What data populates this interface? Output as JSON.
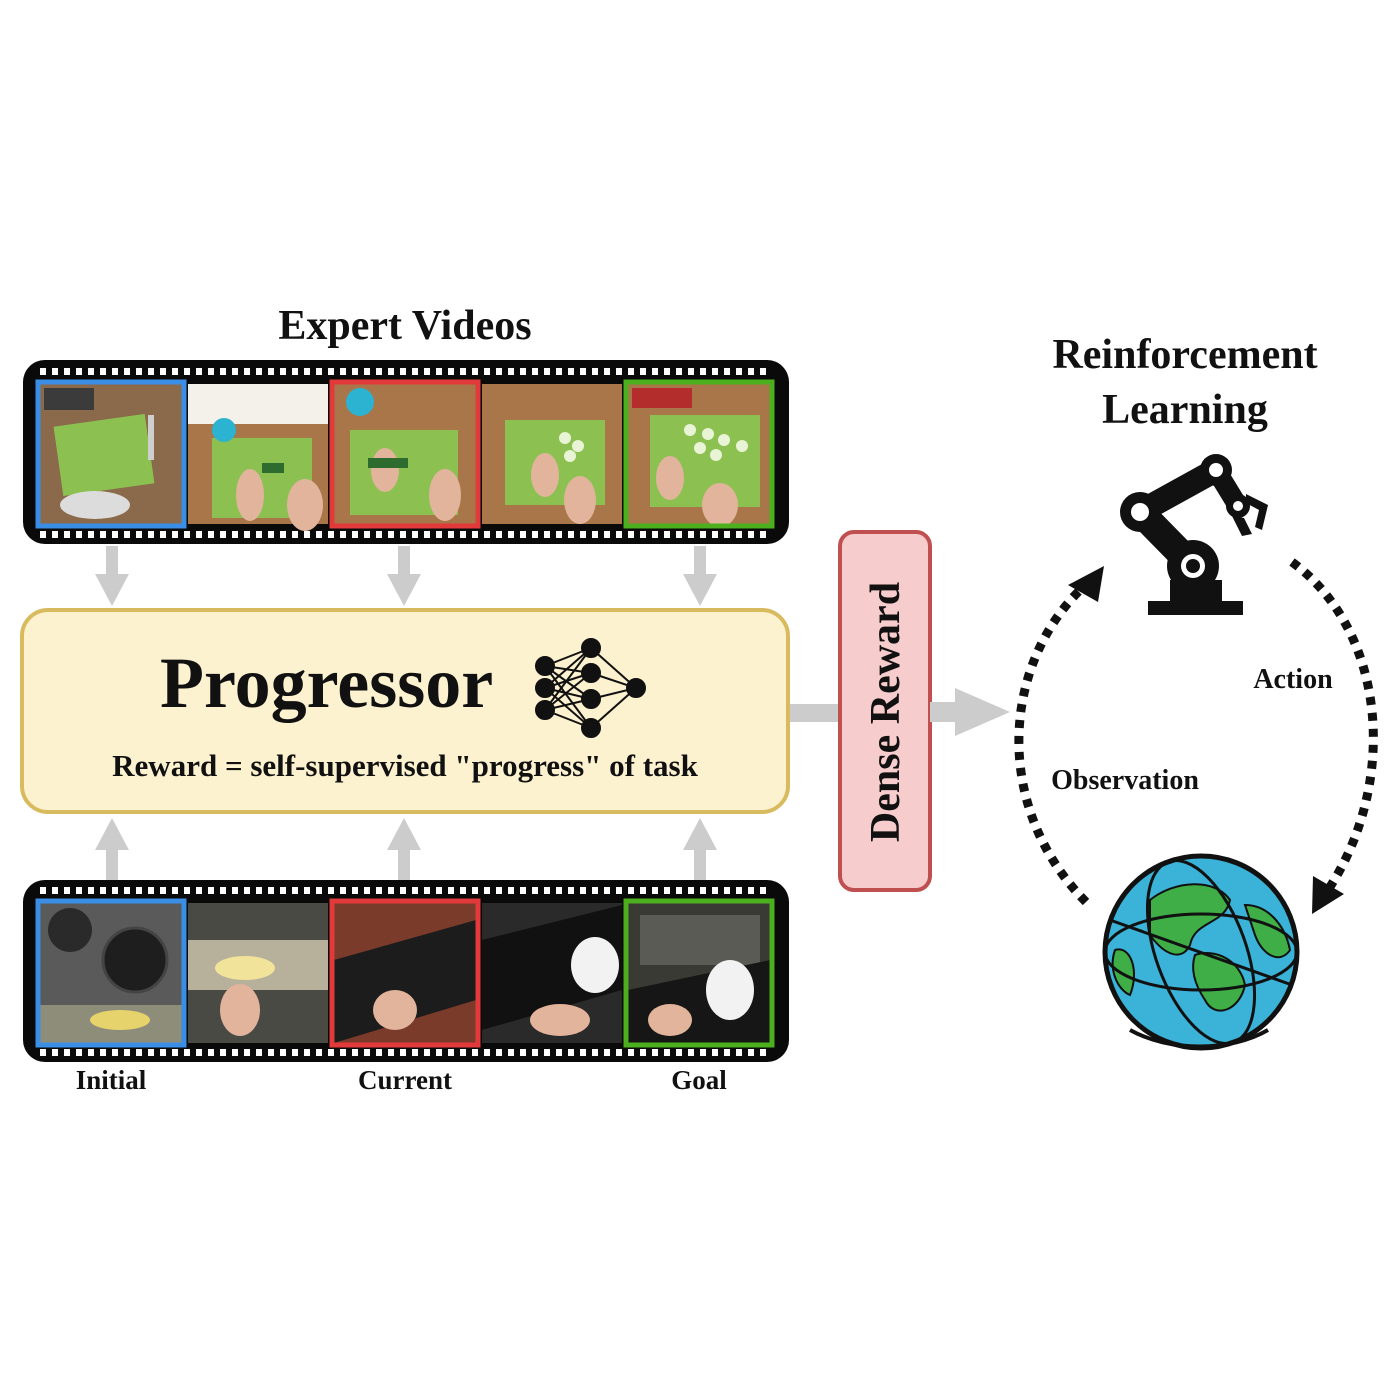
{
  "expert_videos": {
    "title": "Expert Videos"
  },
  "progressor": {
    "title": "Progressor",
    "subtitle": "Reward = self-supervised \"progress\" of task",
    "icon": "neural-network-icon"
  },
  "dense_reward": {
    "label": "Dense Reward"
  },
  "rl": {
    "title_line1": "Reinforcement",
    "title_line2": "Learning",
    "action_label": "Action",
    "observation_label": "Observation",
    "agent_icon": "robot-arm-icon",
    "environment_icon": "globe-icon"
  },
  "frame_labels": {
    "initial": "Initial",
    "current": "Current",
    "goal": "Goal"
  },
  "colors": {
    "initial_border": "#3b8ee6",
    "current_border": "#e23a3a",
    "goal_border": "#4caf1e",
    "progressor_fill": "#fdf2cf",
    "progressor_border": "#d8bb5e",
    "reward_fill": "#f7cccc",
    "reward_border": "#c05050",
    "arrow_gray": "#cccccc"
  }
}
